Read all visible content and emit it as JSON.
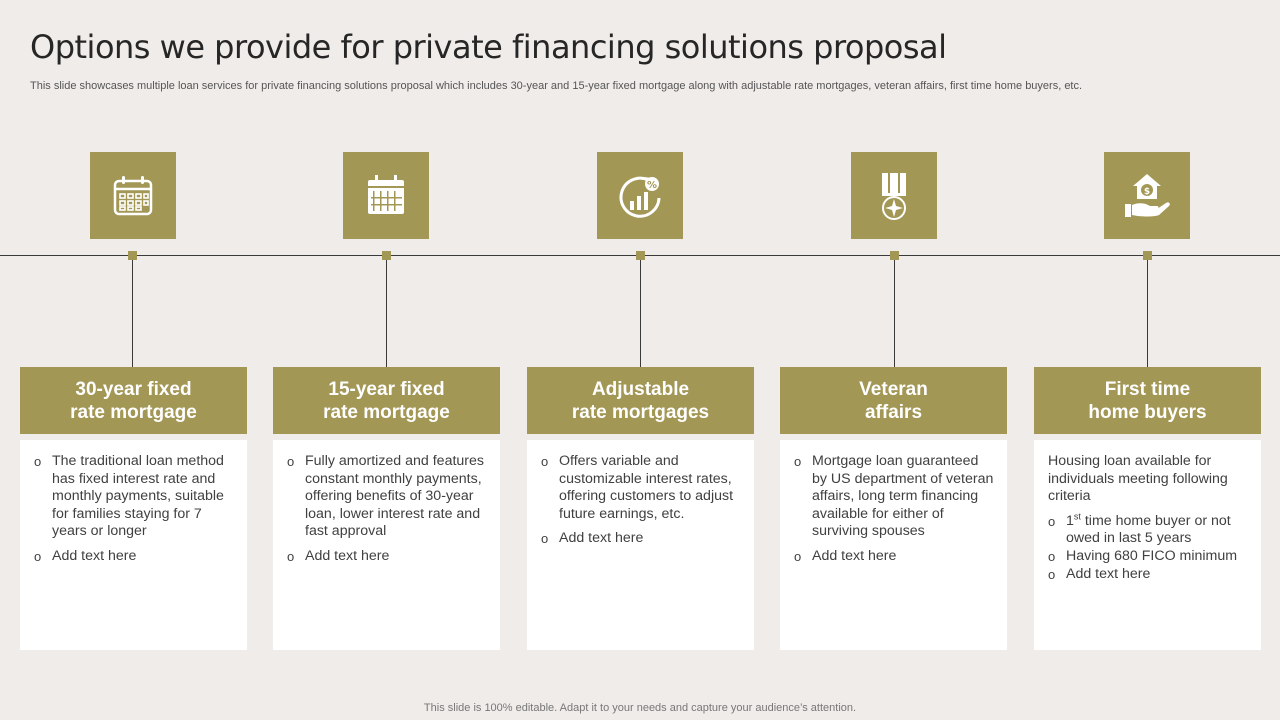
{
  "title": "Options we provide for private financing solutions proposal",
  "subtitle": "This slide showcases multiple loan services for private financing solutions proposal which includes 30-year and 15-year fixed  mortgage along with adjustable rate mortgages, veteran affairs, first time home buyers, etc.",
  "accent_color": "#a39755",
  "columns": [
    {
      "icon": "calendar-icon",
      "heading_line1": "30-year fixed",
      "heading_line2": "rate mortgage",
      "bullets": [
        "The traditional loan method has fixed interest rate and monthly payments, suitable for families staying for 7 years or longer",
        "Add text here"
      ]
    },
    {
      "icon": "calendar-grid-icon",
      "heading_line1": "15-year fixed",
      "heading_line2": "rate mortgage",
      "bullets": [
        "Fully amortized and features constant monthly payments, offering benefits of 30-year loan, lower interest rate and fast approval",
        "Add text here"
      ]
    },
    {
      "icon": "growth-chart-percent-icon",
      "heading_line1": "Adjustable",
      "heading_line2": "rate mortgages",
      "bullets": [
        "Offers variable and customizable interest rates, offering customers to adjust future earnings, etc.",
        "Add text here"
      ]
    },
    {
      "icon": "medal-icon",
      "heading_line1": "Veteran",
      "heading_line2": "affairs",
      "bullets": [
        "Mortgage loan guaranteed by US department of veteran affairs, long term financing available for either of surviving spouses",
        "Add text here"
      ]
    },
    {
      "icon": "house-hand-dollar-icon",
      "heading_line1": "First time",
      "heading_line2": "home buyers",
      "intro": "Housing loan available for individuals meeting following criteria",
      "bullet_sup_base": "1",
      "bullet_sup": "st",
      "bullet1_rest": " time home buyer or not owed in last 5 years",
      "bullets": [
        "Having 680 FICO minimum",
        "Add text here"
      ]
    }
  ],
  "footer": "This slide is 100% editable. Adapt it to your needs and capture your audience’s attention."
}
